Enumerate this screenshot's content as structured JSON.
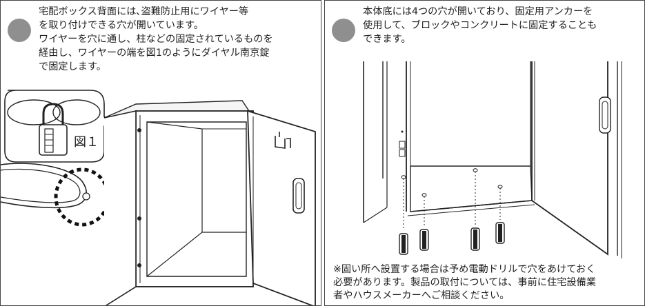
{
  "left_panel": {
    "text": "宅配ボックス背面には､盗難防止用にワイヤー等\nを取り付けできる穴が開いています。\nワイヤーを穴に通し、柱などの固定されているものを\n経由し、ワイヤーの端を図1のようにダイヤル南京錠\nで固定します。",
    "figure_label": "図１"
  },
  "right_panel": {
    "text": "本体底には4つの穴が開いており、固定用アンカーを\n使用して、ブロックやコンクリートに固定することも\nできます。",
    "note": "※固い所へ設置する場合は予め電動ドリルで穴をあけておく\n必要があります。製品の取付については、事前に住宅設備業\n者やハウスメーカーへご相談ください。"
  },
  "colors": {
    "bullet": "#8f8f8f",
    "line": "#222222",
    "frame": "#444444"
  }
}
